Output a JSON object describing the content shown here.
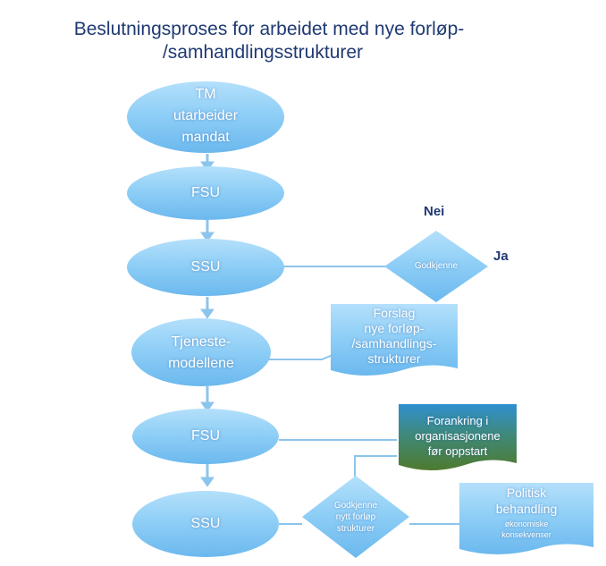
{
  "title": {
    "line1": "Beslutningsproses for arbeidet med nye forløp-",
    "line2": "/samhandlingsstrukturer"
  },
  "nodes": {
    "tm": [
      "TM",
      "utarbeider",
      "mandat"
    ],
    "fsu1": "FSU",
    "ssu1": "SSU",
    "tjeneste": [
      "Tjeneste-",
      "modellene"
    ],
    "fsu2": "FSU",
    "ssu2": "SSU",
    "decision1": "Godkjenne",
    "decision2": [
      "Godkjenne",
      "nytt forløp",
      "strukturer"
    ],
    "doc_forslag": [
      "Forslag",
      "nye forløp-",
      "/samhandlings-",
      "strukturer"
    ],
    "doc_forankring": [
      "Forankring i",
      "organisasjonene",
      "før oppstart"
    ],
    "doc_politisk": [
      "Politisk",
      "behandling"
    ],
    "doc_politisk_sub": [
      "økonomiske",
      "konsekvenser"
    ]
  },
  "labels": {
    "nei": "Nei",
    "ja": "Ja"
  },
  "colors": {
    "title": "#1f3a73",
    "shape_light": "#9fd4f8",
    "shape_mid": "#6cb9ef",
    "connector": "#7ab8e6"
  }
}
